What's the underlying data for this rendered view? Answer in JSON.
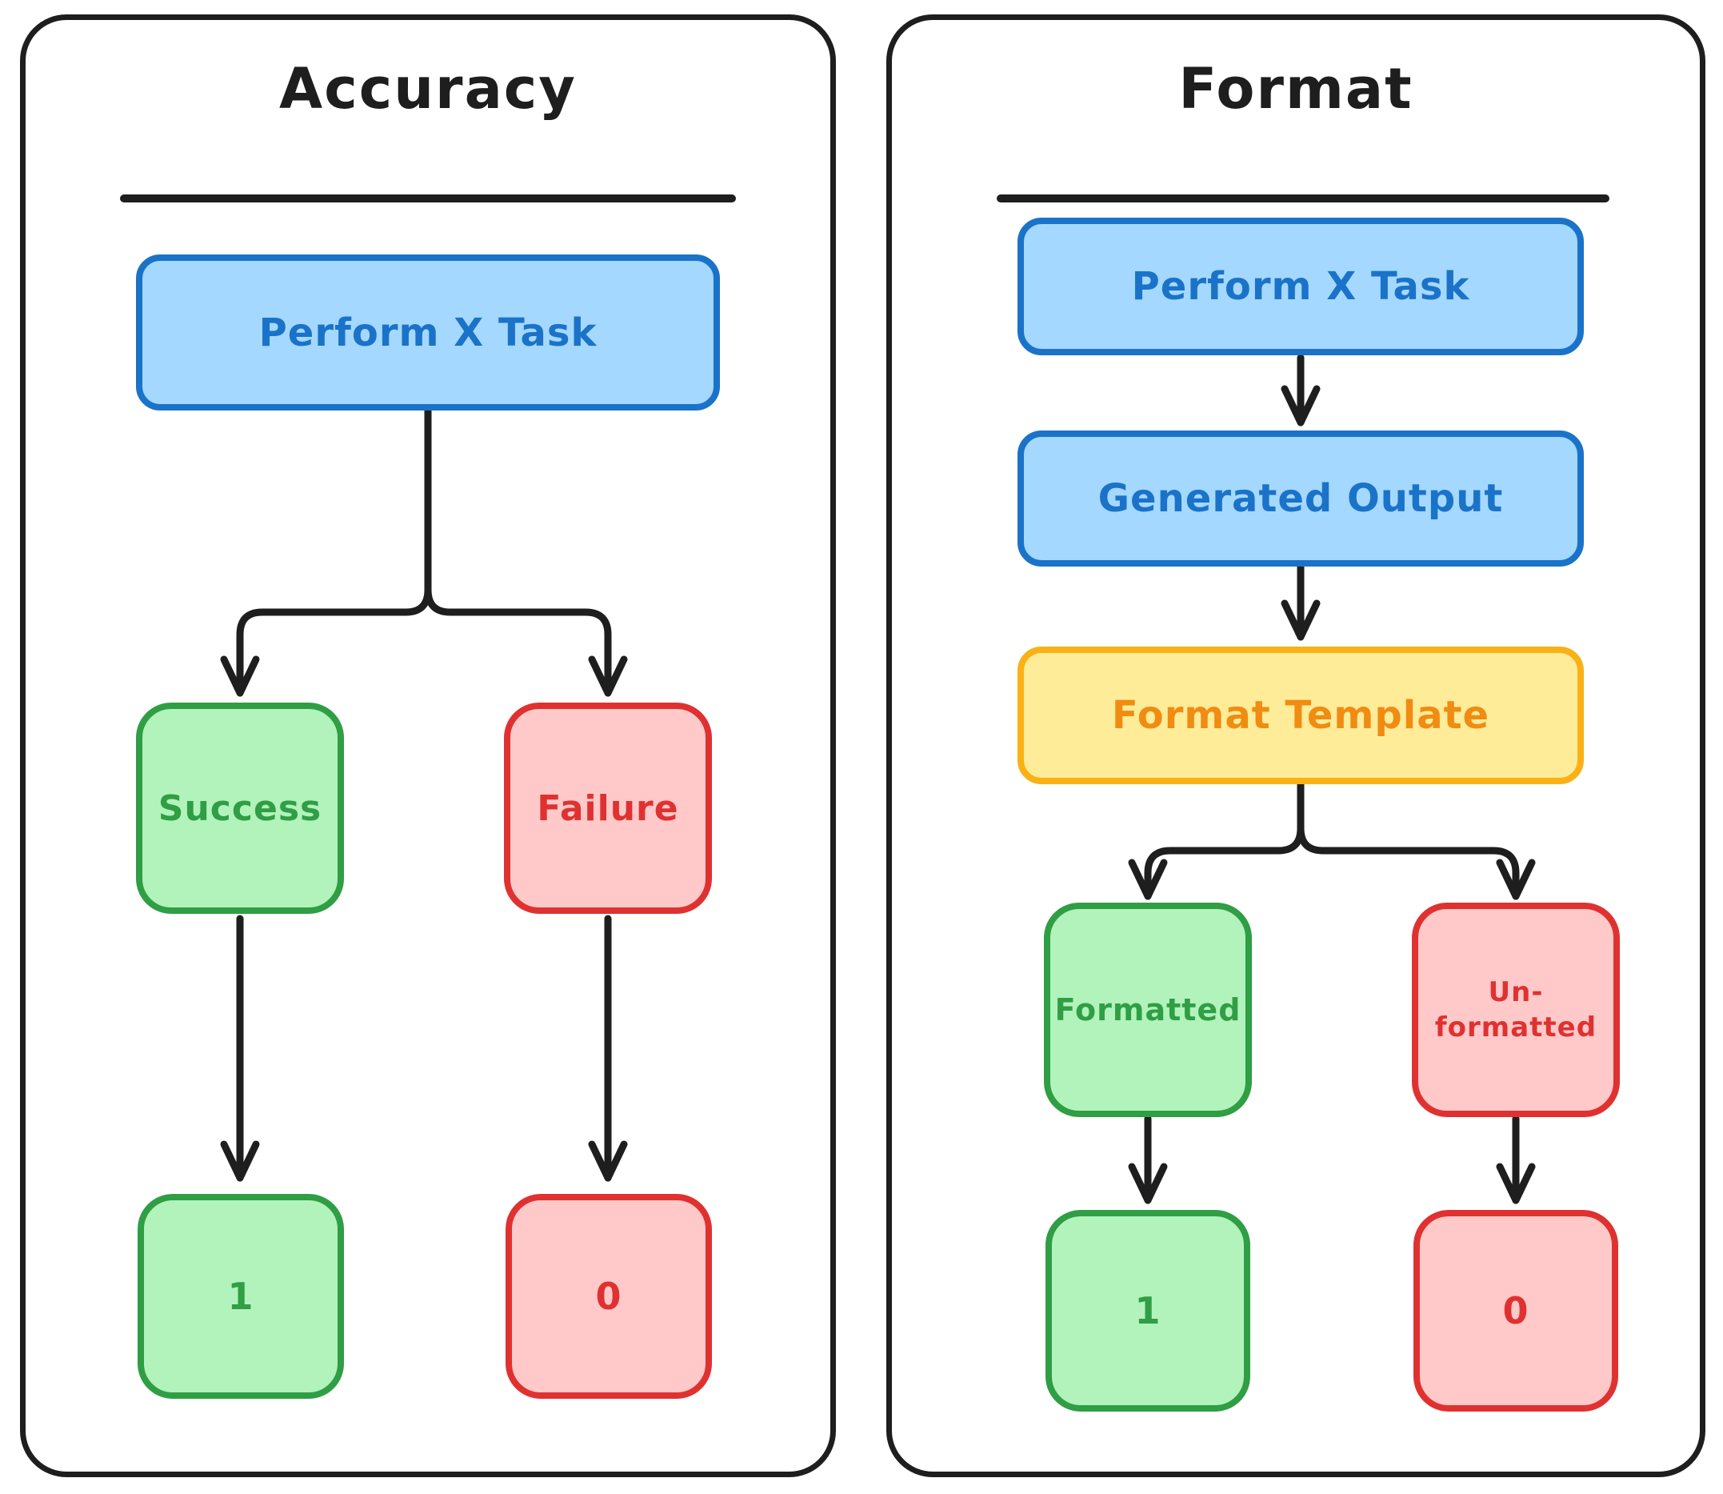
{
  "colors": {
    "canvas_bg": "#ffffff",
    "ink": "#1e1e1e",
    "blue_stroke": "#1a73c8",
    "blue_fill": "#a5d8ff",
    "green_stroke": "#2f9e44",
    "green_fill": "#b2f2bb",
    "red_stroke": "#e03131",
    "red_fill": "#ffc9c9",
    "yellow_stroke": "#f9b115",
    "yellow_fill": "#ffec99",
    "orange_text": "#f08c12"
  },
  "accuracy_panel": {
    "title": "Accuracy",
    "task_label": "Perform X Task",
    "success_label": "Success",
    "failure_label": "Failure",
    "success_score": "1",
    "failure_score": "0"
  },
  "format_panel": {
    "title": "Format",
    "task_label": "Perform X Task",
    "generated_label": "Generated Output",
    "template_label": "Format Template",
    "formatted_label": "Formatted",
    "unformatted_line1": "Un-",
    "unformatted_line2": "formatted",
    "formatted_score": "1",
    "unformatted_score": "0"
  }
}
